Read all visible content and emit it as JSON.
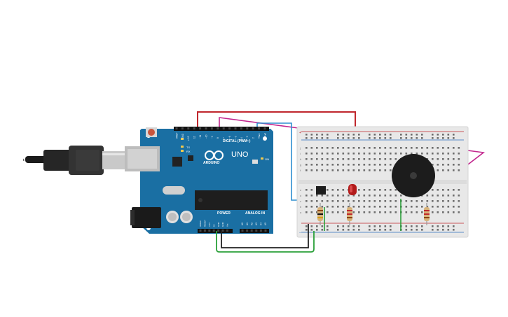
{
  "board": {
    "brand": "UNO",
    "logo_text": "ARDUINO",
    "digital_label": "DIGITAL (PWM~)",
    "power_label": "POWER",
    "analog_label": "ANALOG IN",
    "on_label": "ON",
    "led_l": "L",
    "led_tx": "TX",
    "led_rx": "RX",
    "top_pins": [
      "AREF",
      "GND",
      "13",
      "12",
      "~11",
      "~10",
      "~9",
      "8",
      "7",
      "~6",
      "~5",
      "4",
      "~3",
      "2",
      "TX▸1",
      "RX◂0"
    ],
    "power_pins": [
      "IOREF",
      "RESET",
      "3.3V",
      "5V",
      "GND",
      "GND",
      "Vin"
    ],
    "analog_pins": [
      "A0",
      "A1",
      "A2",
      "A3",
      "A4",
      "A5"
    ]
  },
  "breadboard": {
    "row_letters_top": [
      "j",
      "i",
      "h",
      "g",
      "f"
    ],
    "row_letters_bottom": [
      "e",
      "d",
      "c",
      "b",
      "a"
    ],
    "plus": "+",
    "minus": "−"
  },
  "colors": {
    "board": "#1a6fa3",
    "wire_red": "#c0272d",
    "wire_magenta": "#c2278e",
    "wire_blue": "#2e8fd1",
    "wire_green": "#2aa039",
    "wire_black": "#222222"
  }
}
